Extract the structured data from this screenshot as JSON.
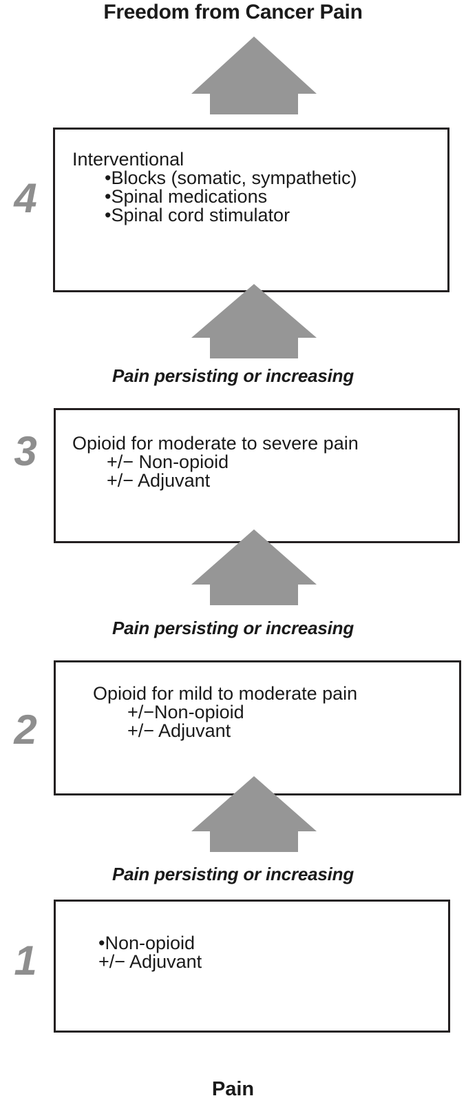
{
  "figure": {
    "type": "who-analgesic-ladder",
    "top_goal": "Freedom from Cancer Pain",
    "bottom_label": "Pain",
    "arrow_color": "#969696",
    "numeral_color": "#8e8e8e",
    "box_border_color": "#231f20",
    "text_color": "#1a1a1a"
  },
  "connectors": [
    {
      "caption": ""
    },
    {
      "caption": "Pain persisting or increasing"
    },
    {
      "caption": "Pain persisting or increasing"
    },
    {
      "caption": "Pain persisting or increasing"
    }
  ],
  "steps": [
    {
      "number": "4",
      "lines": [
        {
          "text": "Interventional",
          "indent": false
        },
        {
          "text": "•Blocks (somatic, sympathetic)",
          "indent": true
        },
        {
          "text": "•Spinal medications",
          "indent": true
        },
        {
          "text": "•Spinal cord stimulator",
          "indent": true
        }
      ]
    },
    {
      "number": "3",
      "lines": [
        {
          "text": "Opioid for moderate to severe pain",
          "indent": false
        },
        {
          "text": "+/− Non-opioid",
          "indent": true
        },
        {
          "text": "+/− Adjuvant",
          "indent": true
        }
      ]
    },
    {
      "number": "2",
      "lines": [
        {
          "text": "Opioid for mild to moderate pain",
          "indent": false
        },
        {
          "text": "+/−Non-opioid",
          "indent": true
        },
        {
          "text": "+/− Adjuvant",
          "indent": true
        }
      ]
    },
    {
      "number": "1",
      "lines": [
        {
          "text": "•Non-opioid",
          "indent": false
        },
        {
          "text": "+/− Adjuvant",
          "indent": false
        }
      ]
    }
  ]
}
